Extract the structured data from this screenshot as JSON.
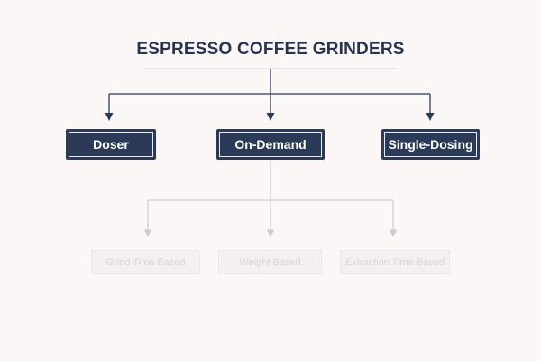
{
  "diagram": {
    "title": "ESPRESSO COFFEE GRINDERS",
    "categories": [
      {
        "label": "Doser"
      },
      {
        "label": "On-Demand"
      },
      {
        "label": "Single-Dosing"
      }
    ],
    "subcategories": [
      {
        "label": "Grind Time Based"
      },
      {
        "label": "Weight Based"
      },
      {
        "label": "Extraction Time Based"
      }
    ]
  },
  "colors": {
    "background": "#fbf7f6",
    "node_fill": "#2b3b57",
    "node_text": "#ffffff",
    "connector": "#2b3b57",
    "faded_connector": "#c9cdd4",
    "faded_node_fill": "#f3f0ef",
    "faded_text": "#d6d3d4"
  }
}
